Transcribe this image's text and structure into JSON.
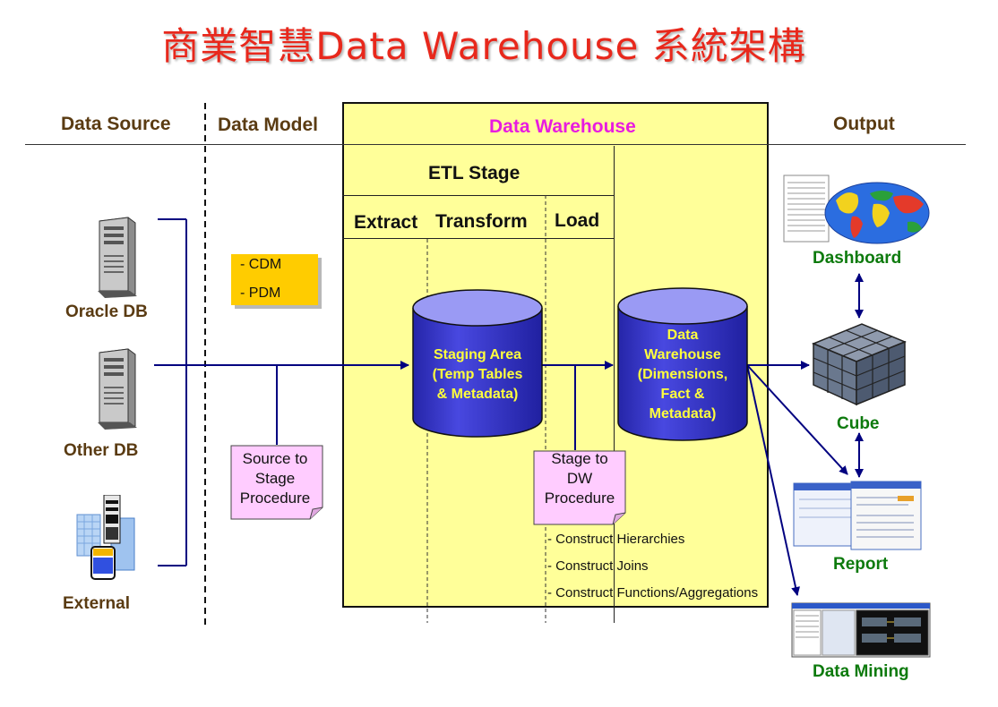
{
  "title": "商業智慧Data Warehouse 系統架構",
  "columns": {
    "data_source": "Data Source",
    "data_model": "Data Model",
    "data_warehouse": "Data Warehouse",
    "output": "Output"
  },
  "etl": {
    "title": "ETL Stage",
    "extract": "Extract",
    "transform": "Transform",
    "load": "Load"
  },
  "sources": [
    "Oracle DB",
    "Other DB",
    "External"
  ],
  "model_items": [
    "- CDM",
    "- PDM"
  ],
  "staging": {
    "lines": [
      "Staging Area",
      "(Temp Tables",
      "& Metadata)"
    ]
  },
  "warehouse": {
    "lines": [
      "Data",
      "Warehouse",
      "(Dimensions,",
      "Fact &",
      "Metadata)"
    ]
  },
  "notes": {
    "source_to_stage": [
      "Source to",
      "Stage",
      "Procedure"
    ],
    "stage_to_dw": [
      "Stage to",
      "DW",
      "Procedure"
    ]
  },
  "constructs": [
    "- Construct Hierarchies",
    "- Construct Joins",
    "- Construct  Functions/Aggregations"
  ],
  "outputs": [
    "Dashboard",
    "Cube",
    "Report",
    "Data Mining"
  ],
  "colors": {
    "title": "#e8281c",
    "header_text": "#5a3b12",
    "dw_title": "#e81ce0",
    "dw_panel": "#ffff99",
    "model_box": "#ffcc00",
    "note_box": "#ffccff",
    "cylinder": "#3b3bd0",
    "cylinder_text": "#ffff3c",
    "connector": "#000080",
    "output_label": "#0d7a0d"
  }
}
